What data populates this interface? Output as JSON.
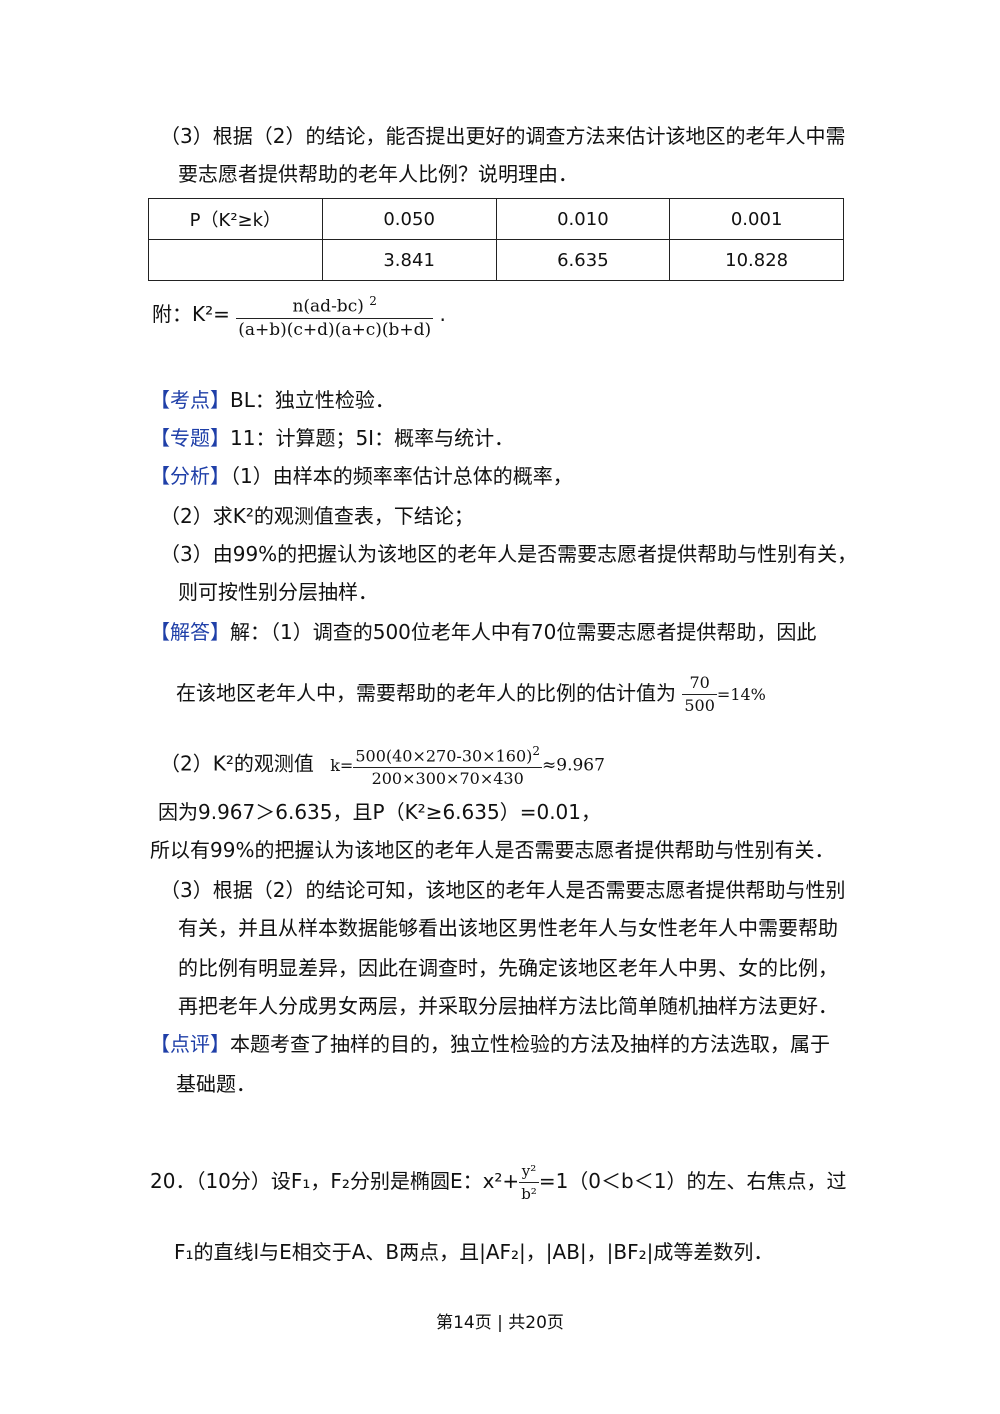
{
  "q3": {
    "line1": "（3）根据（2）的结论，能否提出更好的调查方法来估计该地区的老年人中需",
    "line2": "要志愿者提供帮助的老年人比例？说明理由．"
  },
  "table": {
    "row1": [
      "P（K²≥k）",
      "0.050",
      "0.010",
      "0.001"
    ],
    "row2": [
      "",
      "3.841",
      "6.635",
      "10.828"
    ]
  },
  "formula": {
    "prefix": "附：K²=",
    "numerator": "n(ad-bc)",
    "exp": "2",
    "denominator": "(a+b)(c+d)(a+c)(b+d)",
    "suffix": "."
  },
  "kaodian": {
    "tag": "【考点】",
    "text": "BL：独立性检验．"
  },
  "zhuanti": {
    "tag": "【专题】",
    "text": "11：计算题；5I：概率与统计．"
  },
  "fenxi": {
    "tag": "【分析】",
    "l1": "（1）由样本的频率率估计总体的概率，",
    "l2": "（2）求K²的观测值查表，下结论；",
    "l3": "（3）由99%的把握认为该地区的老年人是否需要志愿者提供帮助与性别有关，",
    "l4": "则可按性别分层抽样．"
  },
  "jieda": {
    "tag": "【解答】",
    "l1": "解：（1）调查的500位老年人中有70位需要志愿者提供帮助，因此",
    "l2": "在该地区老年人中，需要帮助的老年人的比例的估计值为",
    "frac1_num": "70",
    "frac1_den": "500",
    "frac1_res": "=14%",
    "l3": "（2）K²的观测值",
    "k_prefix": "k=",
    "k_num": "500(40×270-30×160)",
    "k_exp": "2",
    "k_den": "200×300×70×430",
    "k_res": "≈9.967",
    "l4": "因为9.967＞6.635，且P（K²≥6.635）=0.01，",
    "l5": "所以有99%的把握认为该地区的老年人是否需要志愿者提供帮助与性别有关．",
    "l6": "（3）根据（2）的结论可知，该地区的老年人是否需要志愿者提供帮助与性别",
    "l7": "有关，并且从样本数据能够看出该地区男性老年人与女性老年人中需要帮助",
    "l8": "的比例有明显差异，因此在调查时，先确定该地区老年人中男、女的比例，",
    "l9": "再把老年人分成男女两层，并采取分层抽样方法比简单随机抽样方法更好．"
  },
  "dianping": {
    "tag": "【点评】",
    "l1": "本题考查了抽样的目的，独立性检验的方法及抽样的方法选取，属于",
    "l2": "基础题．"
  },
  "q20": {
    "l1a": "20．（10分）设F₁，F₂分别是椭圆E：x²+",
    "ell_num": "y²",
    "ell_den": "b²",
    "l1b": "=1（0＜b＜1）的左、右焦点，过",
    "l2": "F₁的直线l与E相交于A、B两点，且|AF₂|，|AB|，|BF₂|成等差数列．"
  },
  "footer": "第14页 | 共20页"
}
